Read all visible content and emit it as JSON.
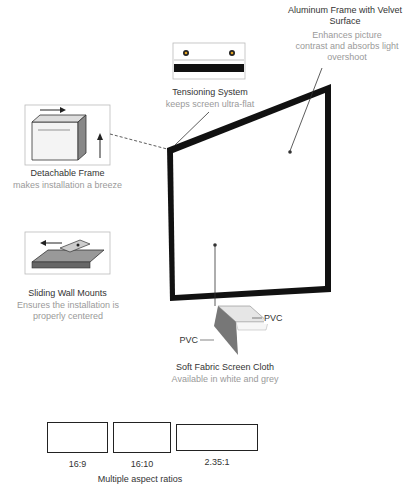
{
  "diagram": {
    "nodes": [
      {
        "text": [
          "16:9"
        ]
      },
      {
        "text": [
          "16:10"
        ]
      },
      {
        "text": [
          "2.35:1"
        ]
      }
    ],
    "labels": [
      "Aluminum Frame with Velvet Surface",
      "Enhances picture contrast and absorbs light overshoot",
      "Tensioning System",
      "keeps screen ultra-flat",
      "Detachable Frame",
      "makes installation a breeze",
      "Sliding Wall Mounts",
      "Ensures the installation is properly centered",
      "PVC",
      "PVC",
      "Soft Fabric Screen Cloth",
      "Available in white and grey",
      "Multiple aspect ratios"
    ]
  }
}
